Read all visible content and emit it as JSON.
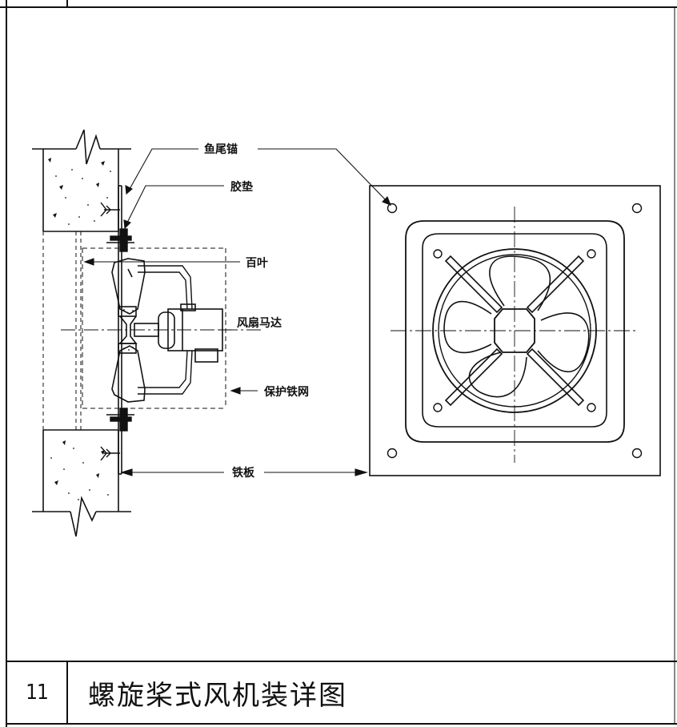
{
  "title_block": {
    "number": "11",
    "title": "螺旋桨式风机装详图"
  },
  "callouts": {
    "fishtail_anchor": "鱼尾锚",
    "rubber_gasket": "胶垫",
    "louver": "百叶",
    "fan_motor": "风扇马达",
    "protective_mesh": "保护铁网",
    "iron_plate": "铁板"
  }
}
